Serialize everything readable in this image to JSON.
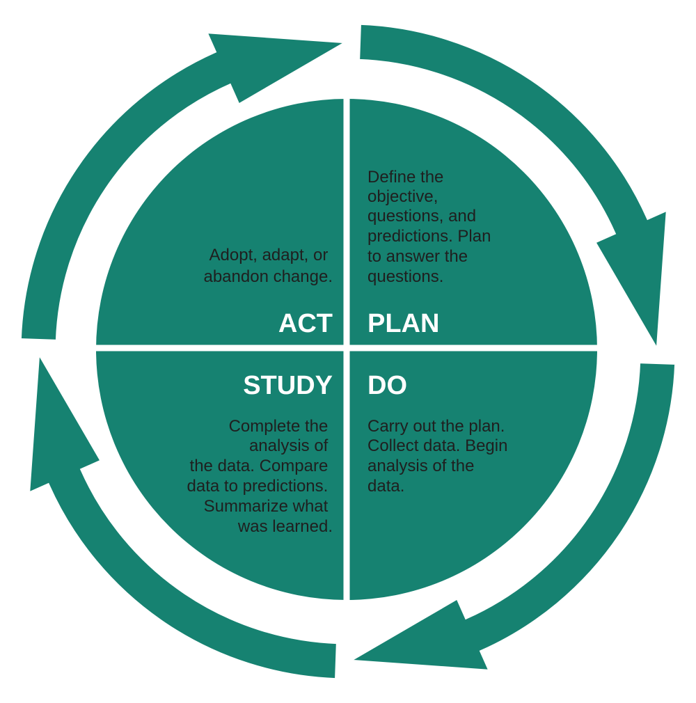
{
  "colors": {
    "teal": "#168271",
    "divider": "#ffffff",
    "background": "#ffffff",
    "text": "#1f1f1f",
    "title_text": "#ffffff"
  },
  "icons": [
    "cycle-arrow-icon",
    "cycle-arrow-icon",
    "cycle-arrow-icon",
    "cycle-arrow-icon"
  ],
  "quadrants": {
    "act": {
      "title": "ACT",
      "lines": [
        "Adopt, adapt, or",
        "abandon change."
      ]
    },
    "plan": {
      "title": "PLAN",
      "lines": [
        "Define the",
        "objective,",
        "questions, and",
        "predictions. Plan",
        "to answer the",
        "questions."
      ]
    },
    "study": {
      "title": "STUDY",
      "lines": [
        "Complete the",
        "analysis of",
        "the data. Compare",
        "data to predictions.",
        "Summarize what",
        "was learned."
      ]
    },
    "do": {
      "title": "DO",
      "lines": [
        "Carry out the plan.",
        "Collect data. Begin",
        "analysis of the",
        "data."
      ]
    }
  }
}
